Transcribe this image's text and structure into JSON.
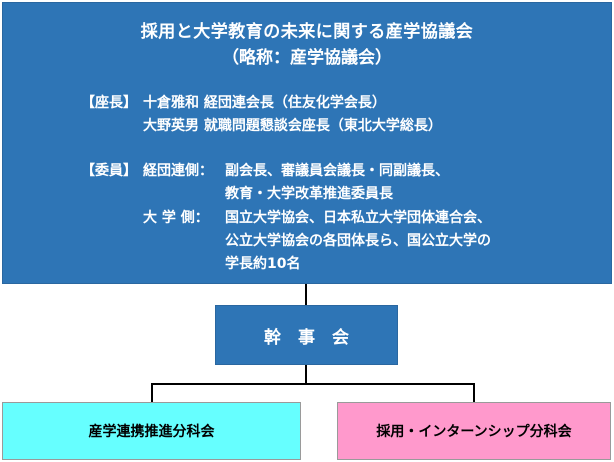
{
  "council": {
    "title": "採用と大学教育の未来に関する産学協議会",
    "abbreviation": "（略称：産学協議会）",
    "chair_label": "【座長】",
    "chairs": [
      "十倉雅和 経団連会長（住友化学会長）",
      "大野英男 就職問題懇談会座長（東北大学総長）"
    ],
    "member_label": "【委員】",
    "keidanren_label": "経団連側：",
    "keidanren_lines": [
      "副会長、審議員会議長・同副議長、",
      "教育・大学改革推進委員長"
    ],
    "university_label": "大 学 側：",
    "university_lines": [
      "国立大学協会、日本私立大学団体連合会、",
      "公立大学協会の各団体長ら、国公立大学の",
      "学長約10名"
    ]
  },
  "secretariat": {
    "label": "幹　事　会"
  },
  "subcommittees": [
    {
      "label": "産学連携推進分科会",
      "color": "#66ffff"
    },
    {
      "label": "採用・インターンシップ分科会",
      "color": "#ff99cc"
    }
  ],
  "colors": {
    "main_blue": "#2e75b6",
    "connector": "#000000"
  }
}
